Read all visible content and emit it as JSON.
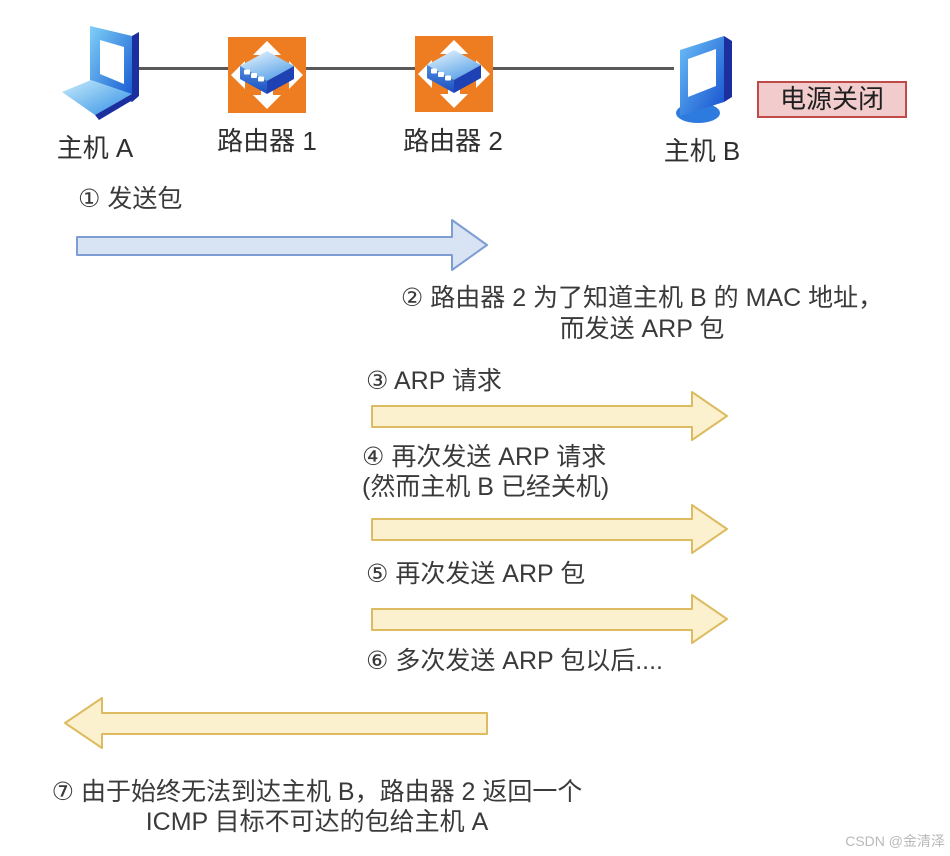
{
  "diagram": {
    "title_context": "ARP / ICMP host unreachable flow",
    "devices": [
      {
        "id": "host-a",
        "type": "laptop",
        "label": "主机 A"
      },
      {
        "id": "router-1",
        "type": "router",
        "label": "路由器 1"
      },
      {
        "id": "router-2",
        "type": "router",
        "label": "路由器 2"
      },
      {
        "id": "host-b",
        "type": "monitor",
        "label": "主机 B"
      }
    ],
    "power_label": "电源关闭",
    "steps": {
      "s1": "① 发送包",
      "s2_line1": "② 路由器 2 为了知道主机 B 的 MAC 地址，",
      "s2_line2": "而发送 ARP 包",
      "s3": "③ ARP 请求",
      "s4_line1": "④ 再次发送 ARP 请求",
      "s4_line2": "(然而主机 B 已经关机)",
      "s5": "⑤ 再次发送 ARP 包",
      "s6": "⑥ 多次发送 ARP 包以后....",
      "s7_line1": "⑦ 由于始终无法到达主机 B，路由器 2 返回一个",
      "s7_line2": "ICMP 目标不可达的包给主机 A"
    },
    "arrows": [
      {
        "id": "arrow-1",
        "step": "①",
        "direction": "right",
        "color_fill": "#d8e4f4",
        "color_stroke": "#7e9dd3"
      },
      {
        "id": "arrow-3",
        "step": "③",
        "direction": "right",
        "color_fill": "#fcf1ce",
        "color_stroke": "#ddbb60"
      },
      {
        "id": "arrow-4",
        "step": "④",
        "direction": "right",
        "color_fill": "#fcf1ce",
        "color_stroke": "#ddbb60"
      },
      {
        "id": "arrow-5",
        "step": "⑤",
        "direction": "right",
        "color_fill": "#fcf1ce",
        "color_stroke": "#ddbb60"
      },
      {
        "id": "arrow-7",
        "step": "⑦",
        "direction": "left",
        "color_fill": "#fcf1ce",
        "color_stroke": "#ddbb60"
      }
    ],
    "colors": {
      "router_orange": "#ee7c21",
      "device_blue": "#1565d8",
      "power_box_fill": "#f2cccc",
      "power_box_border": "#bf4b48",
      "line": "#595959",
      "text": "#3a3a3a",
      "watermark": "#b9b9b9"
    },
    "watermark": "CSDN @金清泽"
  }
}
